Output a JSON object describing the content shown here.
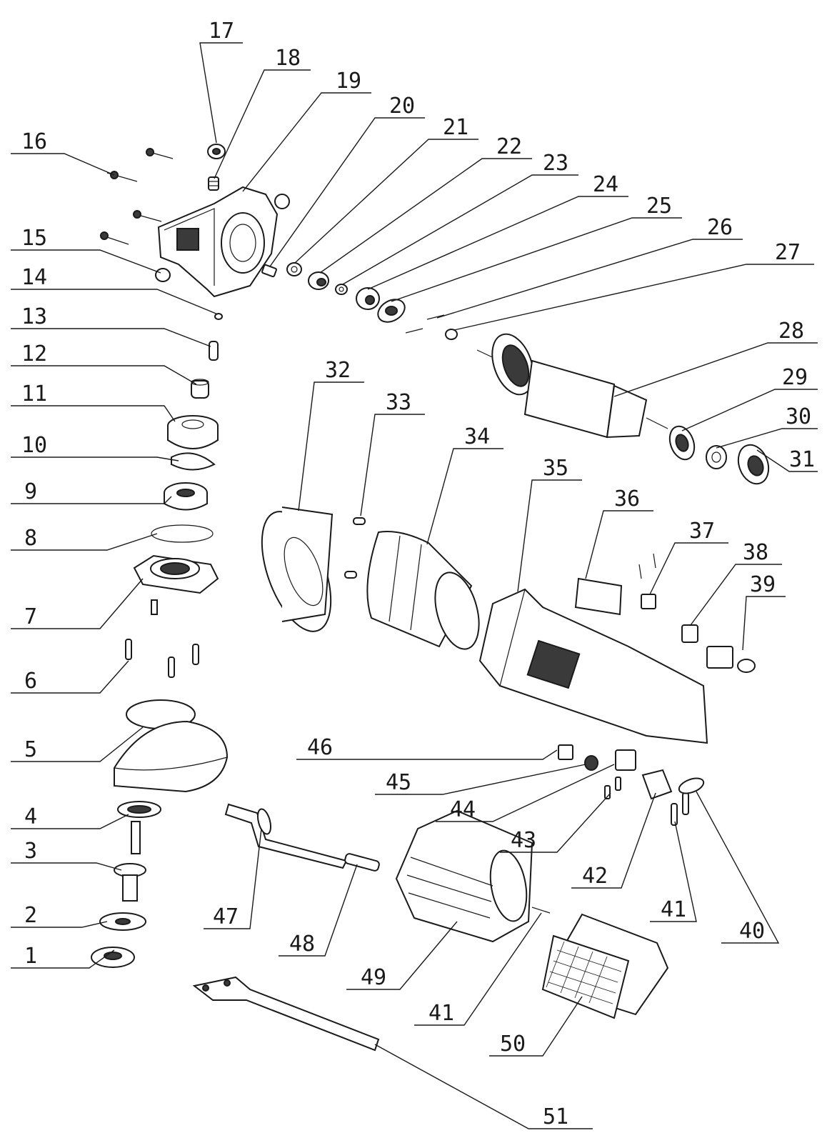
{
  "labels": [
    "1",
    "2",
    "3",
    "4",
    "5",
    "6",
    "7",
    "8",
    "9",
    "10",
    "11",
    "12",
    "13",
    "14",
    "15",
    "16",
    "17",
    "18",
    "19",
    "20",
    "21",
    "22",
    "23",
    "24",
    "25",
    "26",
    "27",
    "28",
    "29",
    "30",
    "31",
    "32",
    "33",
    "34",
    "35",
    "36",
    "37",
    "38",
    "39",
    "40",
    "41",
    "41",
    "42",
    "43",
    "44",
    "45",
    "46",
    "47",
    "48",
    "49",
    "41",
    "50",
    "51"
  ]
}
